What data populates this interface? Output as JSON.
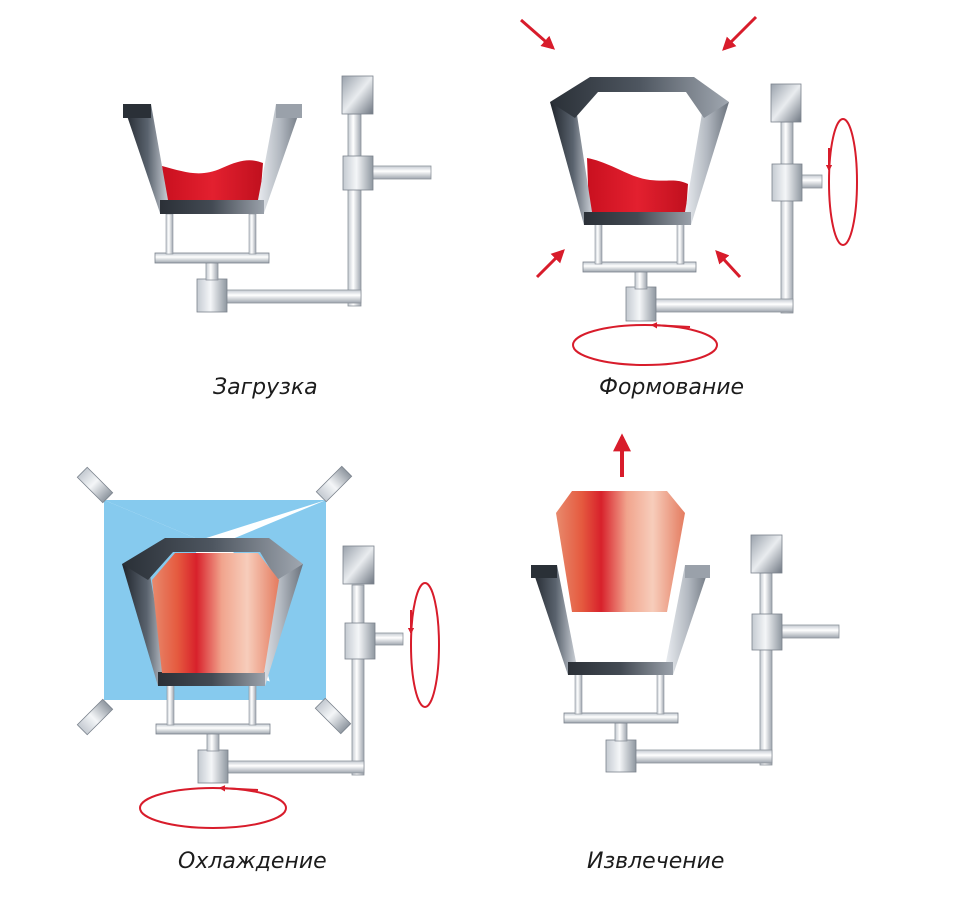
{
  "panels": [
    {
      "caption": "Загрузка"
    },
    {
      "caption": "Формование"
    },
    {
      "caption": "Охлаждение"
    },
    {
      "caption": "Извлечение"
    }
  ],
  "colors": {
    "metal_dark": "#2c3138",
    "metal_light": "#e6e9ed",
    "melt": "#e21e2d",
    "arrow": "#d81c2b",
    "cooling_spray": "#80c8ee",
    "product_light": "#f4c4b0"
  }
}
